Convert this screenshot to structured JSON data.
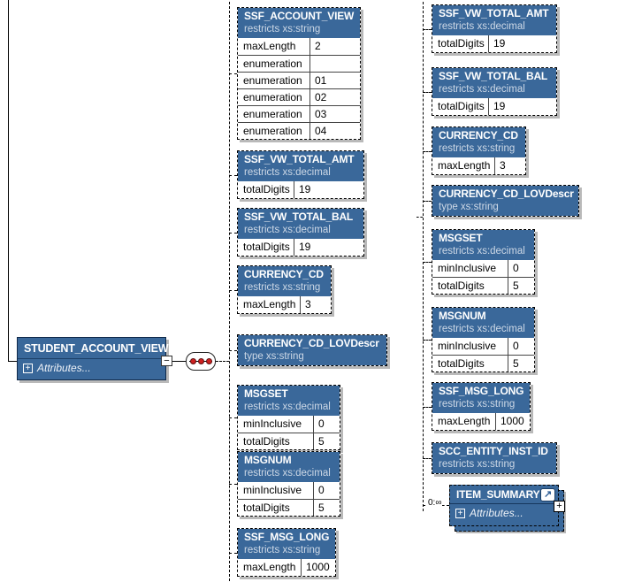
{
  "palette": {
    "header_blue": "#3a689a",
    "root_border": "#10294a",
    "shadow_gray": "#b9b9b9",
    "dot_red": "#cf2020"
  },
  "icons": {
    "plus": "+",
    "minus": "−",
    "reference_arrow": "↗"
  },
  "root_element": {
    "title": "STUDENT_ACCOUNT_VIEW",
    "attributes_label": "Attributes..."
  },
  "compositor": {
    "type": "sequence"
  },
  "columns": {
    "left": [
      {
        "title": "SSF_ACCOUNT_VIEW",
        "subtitle": "restricts xs:string",
        "facets": [
          {
            "name": "maxLength",
            "value": "2"
          },
          {
            "name": "enumeration",
            "value": ""
          },
          {
            "name": "enumeration",
            "value": "01"
          },
          {
            "name": "enumeration",
            "value": "02"
          },
          {
            "name": "enumeration",
            "value": "03"
          },
          {
            "name": "enumeration",
            "value": "04"
          }
        ]
      },
      {
        "title": "SSF_VW_TOTAL_AMT",
        "subtitle": "restricts xs:decimal",
        "facets": [
          {
            "name": "totalDigits",
            "value": "19"
          }
        ]
      },
      {
        "title": "SSF_VW_TOTAL_BAL",
        "subtitle": "restricts xs:decimal",
        "facets": [
          {
            "name": "totalDigits",
            "value": "19"
          }
        ]
      },
      {
        "title": "CURRENCY_CD",
        "subtitle": "restricts xs:string",
        "facets": [
          {
            "name": "maxLength",
            "value": "3"
          }
        ]
      },
      {
        "title": "CURRENCY_CD_LOVDescr",
        "subtitle": "type xs:string",
        "facets": []
      },
      {
        "title": "MSGSET",
        "subtitle": "restricts xs:decimal",
        "facets": [
          {
            "name": "minInclusive",
            "value": "0"
          },
          {
            "name": "totalDigits",
            "value": "5"
          }
        ]
      },
      {
        "title": "MSGNUM",
        "subtitle": "restricts xs:decimal",
        "facets": [
          {
            "name": "minInclusive",
            "value": "0"
          },
          {
            "name": "totalDigits",
            "value": "5"
          }
        ]
      },
      {
        "title": "SSF_MSG_LONG",
        "subtitle": "restricts xs:string",
        "facets": [
          {
            "name": "maxLength",
            "value": "1000"
          }
        ]
      }
    ],
    "right": [
      {
        "title": "SSF_VW_TOTAL_AMT",
        "subtitle": "restricts xs:decimal",
        "facets": [
          {
            "name": "totalDigits",
            "value": "19"
          }
        ]
      },
      {
        "title": "SSF_VW_TOTAL_BAL",
        "subtitle": "restricts xs:decimal",
        "facets": [
          {
            "name": "totalDigits",
            "value": "19"
          }
        ]
      },
      {
        "title": "CURRENCY_CD",
        "subtitle": "restricts xs:string",
        "facets": [
          {
            "name": "maxLength",
            "value": "3"
          }
        ]
      },
      {
        "title": "CURRENCY_CD_LOVDescr",
        "subtitle": "type xs:string",
        "facets": []
      },
      {
        "title": "MSGSET",
        "subtitle": "restricts xs:decimal",
        "facets": [
          {
            "name": "minInclusive",
            "value": "0"
          },
          {
            "name": "totalDigits",
            "value": "5"
          }
        ]
      },
      {
        "title": "MSGNUM",
        "subtitle": "restricts xs:decimal",
        "facets": [
          {
            "name": "minInclusive",
            "value": "0"
          },
          {
            "name": "totalDigits",
            "value": "5"
          }
        ]
      },
      {
        "title": "SSF_MSG_LONG",
        "subtitle": "restricts xs:string",
        "facets": [
          {
            "name": "maxLength",
            "value": "1000"
          }
        ]
      },
      {
        "title": "SCC_ENTITY_INST_ID",
        "subtitle": "restricts xs:string",
        "facets": []
      }
    ]
  },
  "item_summary": {
    "title": "ITEM_SUMMARY",
    "attributes_label": "Attributes...",
    "occurrence": "0:∞"
  }
}
